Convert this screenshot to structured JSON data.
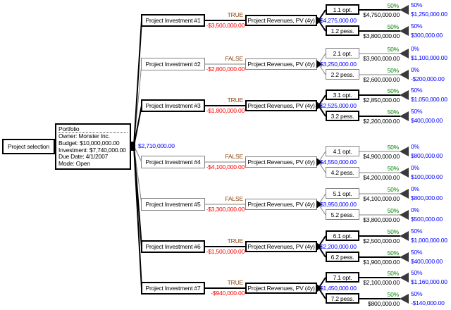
{
  "colors": {
    "selected_path": "#000000",
    "unselected_path": "#808080",
    "decision_label": "#8B4513",
    "cost_value": "#FF0000",
    "monetary_value": "#0000FF",
    "probability": "#008000"
  },
  "root": {
    "selection_label": "Project selection",
    "expected_value": "$2,710,000.00",
    "portfolio": {
      "title": "Portfolio",
      "owner": "Owner: Monster Inc.",
      "budget": "Budget: $10,000,000.00",
      "investment": "Investment: $7,740,000.00",
      "due_date": "Due Date: 4/1/2007",
      "mode": "Mode: Open"
    }
  },
  "revenues_label": "Project Revenues, PV (4y)",
  "projects": [
    {
      "name": "Project Investment #1",
      "decision": "TRUE",
      "cost": "-$3,500,000.00",
      "expected_value": "$4,275,000.00",
      "branches": [
        {
          "label": "1.1 opt.",
          "prob": "50%",
          "value": "$4,750,000.00",
          "end_prob": "50%",
          "end_value": "$1,250,000.00"
        },
        {
          "label": "1.2 pess.",
          "prob": "50%",
          "value": "$3,800,000.00",
          "end_prob": "50%",
          "end_value": "$300,000.00"
        }
      ]
    },
    {
      "name": "Project Investment #2",
      "decision": "FALSE",
      "cost": "-$2,800,000.00",
      "expected_value": "$3,250,000.00",
      "branches": [
        {
          "label": "2.1 opt.",
          "prob": "50%",
          "value": "$3,900,000.00",
          "end_prob": "0%",
          "end_value": "$1,100,000.00"
        },
        {
          "label": "2.2 pess.",
          "prob": "50%",
          "value": "$2,600,000.00",
          "end_prob": "0%",
          "end_value": "-$200,000.00"
        }
      ]
    },
    {
      "name": "Project Investment #3",
      "decision": "TRUE",
      "cost": "-$1,800,000.00",
      "expected_value": "$2,525,000.00",
      "branches": [
        {
          "label": "3.1 opt.",
          "prob": "50%",
          "value": "$2,850,000.00",
          "end_prob": "50%",
          "end_value": "$1,050,000.00"
        },
        {
          "label": "3.2 pess.",
          "prob": "50%",
          "value": "$2,200,000.00",
          "end_prob": "50%",
          "end_value": "$400,000.00"
        }
      ]
    },
    {
      "name": "Project Investment #4",
      "decision": "FALSE",
      "cost": "-$4,100,000.00",
      "expected_value": "$4,550,000.00",
      "branches": [
        {
          "label": "4.1 opt.",
          "prob": "50%",
          "value": "$4,900,000.00",
          "end_prob": "0%",
          "end_value": "$800,000.00"
        },
        {
          "label": "4.2 pess.",
          "prob": "50%",
          "value": "$4,200,000.00",
          "end_prob": "0%",
          "end_value": "$100,000.00"
        }
      ]
    },
    {
      "name": "Project Investment #5",
      "decision": "FALSE",
      "cost": "-$3,300,000.00",
      "expected_value": "$3,950,000.00",
      "branches": [
        {
          "label": "5.1 opt.",
          "prob": "50%",
          "value": "$4,100,000.00",
          "end_prob": "0%",
          "end_value": "$800,000.00"
        },
        {
          "label": "5.2 pess.",
          "prob": "50%",
          "value": "$3,800,000.00",
          "end_prob": "0%",
          "end_value": "$500,000.00"
        }
      ]
    },
    {
      "name": "Project Investment #6",
      "decision": "TRUE",
      "cost": "-$1,500,000.00",
      "expected_value": "$2,200,000.00",
      "branches": [
        {
          "label": "6.1 opt.",
          "prob": "50%",
          "value": "$2,500,000.00",
          "end_prob": "50%",
          "end_value": "$1,000,000.00"
        },
        {
          "label": "6.2 pess.",
          "prob": "50%",
          "value": "$1,900,000.00",
          "end_prob": "50%",
          "end_value": "$400,000.00"
        }
      ]
    },
    {
      "name": "Project Investment #7",
      "decision": "TRUE",
      "cost": "-$940,000.00",
      "expected_value": "$1,450,000.00",
      "branches": [
        {
          "label": "7.1 opt.",
          "prob": "50%",
          "value": "$2,100,000.00",
          "end_prob": "50%",
          "end_value": "$1,160,000.00"
        },
        {
          "label": "7.2 pess.",
          "prob": "50%",
          "value": "$800,000.00",
          "end_prob": "50%",
          "end_value": "-$140,000.00"
        }
      ]
    }
  ]
}
